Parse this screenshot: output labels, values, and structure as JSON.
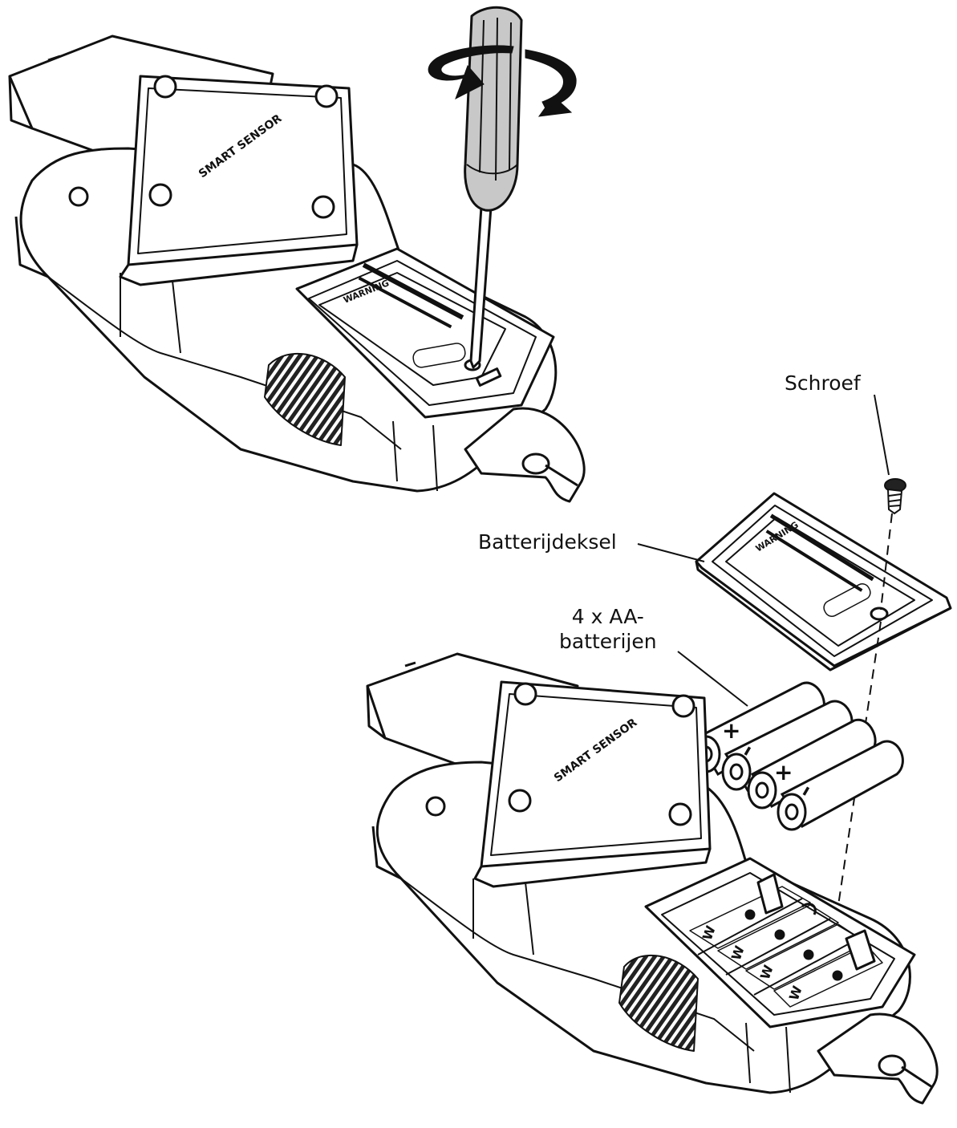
{
  "labels": {
    "screw": "Schroef",
    "battery_cover": "Batterijdeksel",
    "batteries_line1": "4 x AA-",
    "batteries_line2": "batterijen"
  },
  "device_text": {
    "plate": "SMART SENSOR",
    "warning": "WARNING"
  },
  "battery_marks": {
    "plus": "+",
    "minus": "–"
  },
  "colors": {
    "line": "#111111",
    "background": "#ffffff",
    "screwdriver_handle": "#c8c8c8",
    "grip": "#222222"
  }
}
